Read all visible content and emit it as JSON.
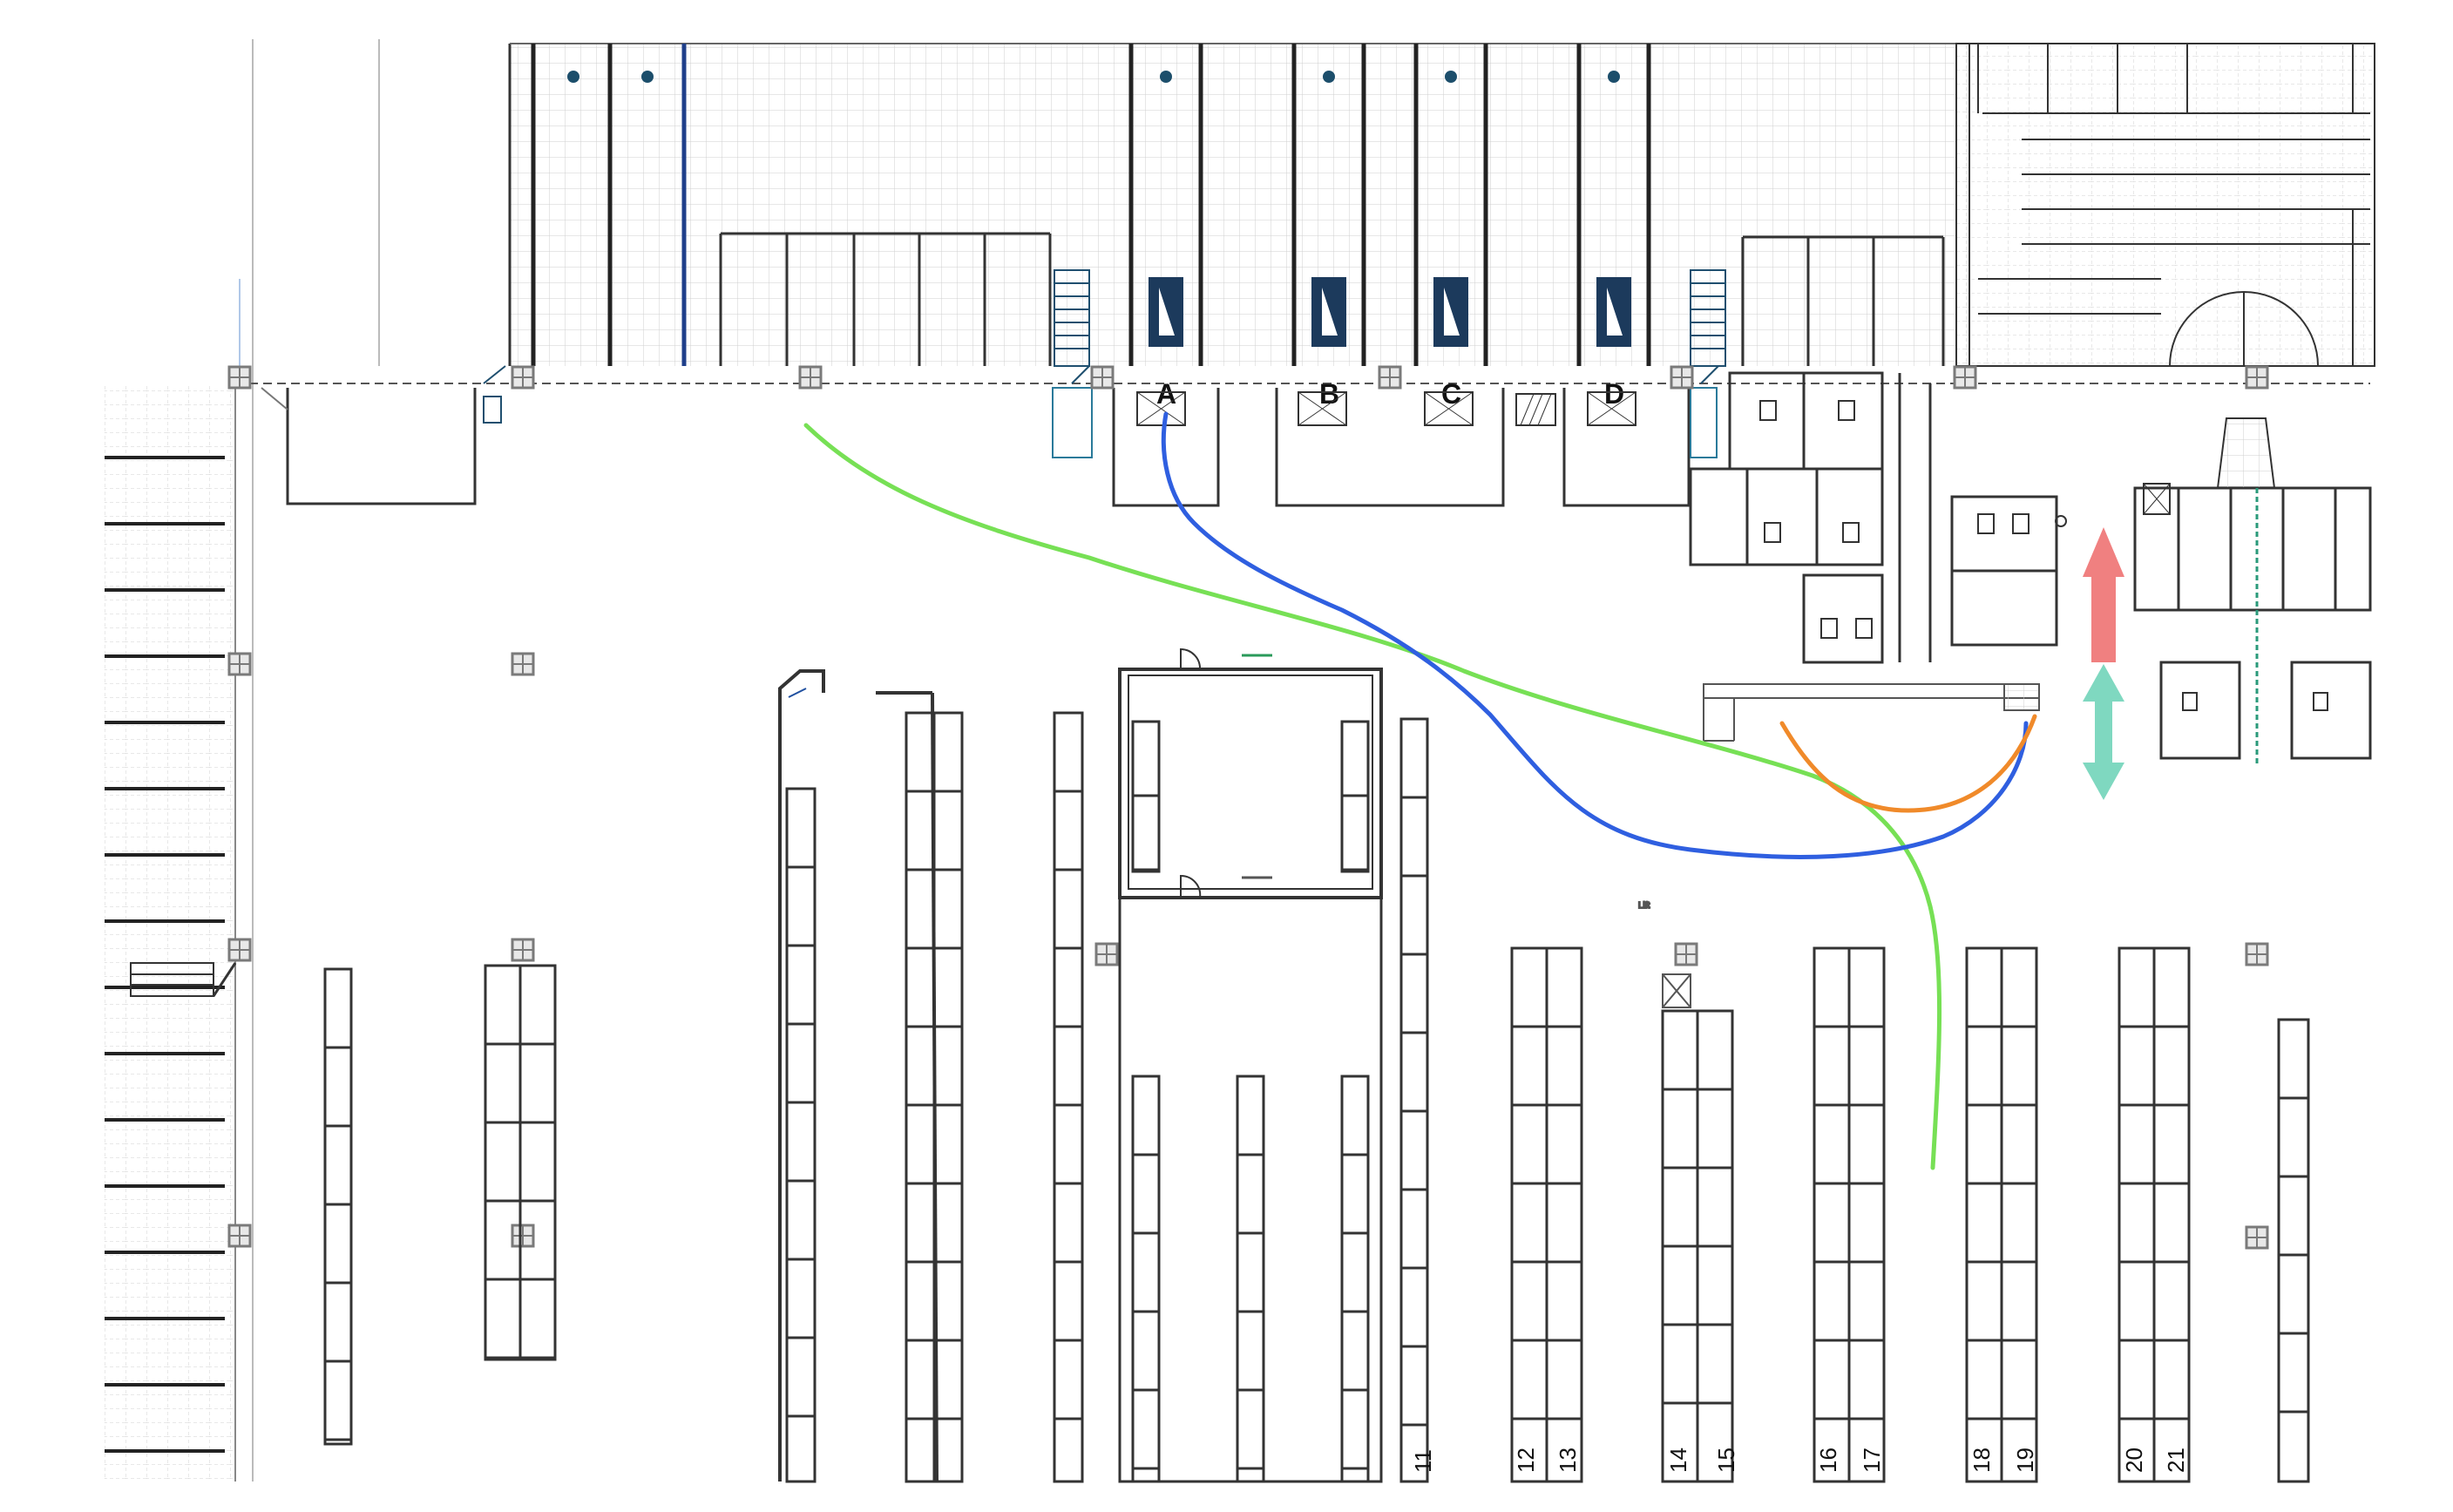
{
  "docks": [
    {
      "id": "A",
      "label": "A"
    },
    {
      "id": "B",
      "label": "B"
    },
    {
      "id": "C",
      "label": "C"
    },
    {
      "id": "D",
      "label": "D"
    }
  ],
  "aisle_labels": [
    "11",
    "12",
    "13",
    "14",
    "15",
    "16",
    "17",
    "18",
    "19",
    "20",
    "21"
  ],
  "small_labels": [
    "Lift",
    "Lift",
    "Lift",
    "Lift"
  ],
  "routes": [
    {
      "name": "green-route",
      "color": "#77e055"
    },
    {
      "name": "blue-route",
      "color": "#2f5fe0"
    },
    {
      "name": "orange-route",
      "color": "#f08a2a"
    }
  ],
  "arrows": [
    {
      "name": "red-up-arrow",
      "color": "#f08080"
    },
    {
      "name": "teal-updown-arrow",
      "color": "#7fd8c0"
    }
  ],
  "colors": {
    "line": "#222222",
    "grid": "#c8c8c8",
    "pillar": "#7a7a7a",
    "door_marker": "#1c4e6b",
    "leveler": "#1c3a5c"
  }
}
